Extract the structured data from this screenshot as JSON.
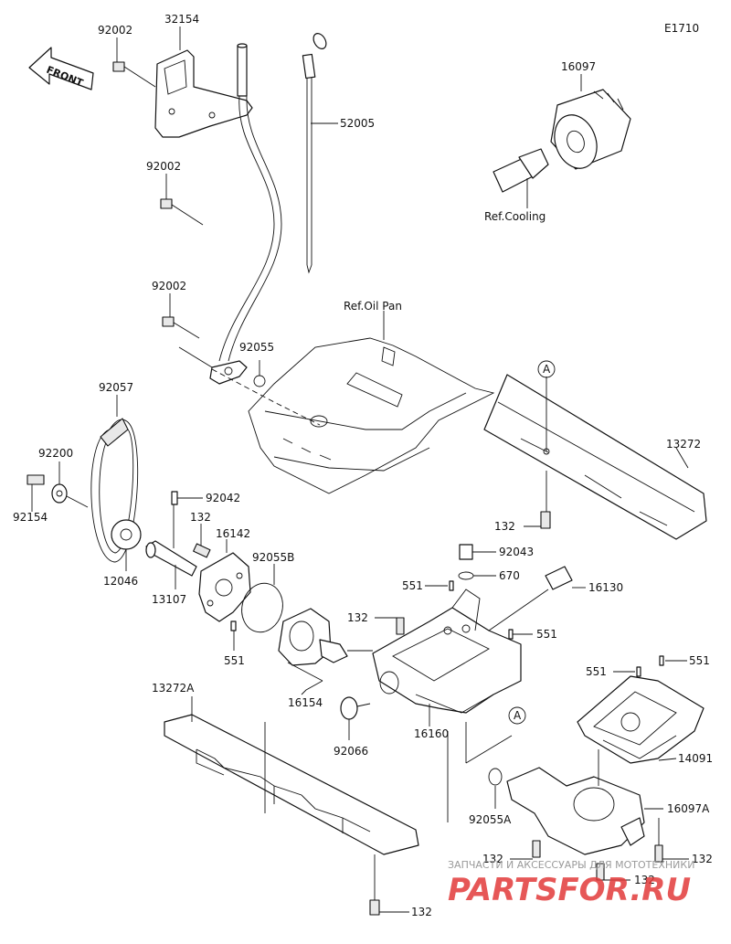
{
  "diagram_code": "E1710",
  "front_label": "FRONT",
  "references": {
    "oil_pan": "Ref.Oil Pan",
    "cooling": "Ref.Cooling"
  },
  "markers": {
    "a_top": "A",
    "a_bottom": "A"
  },
  "parts": {
    "p32154": "32154",
    "p92002_a": "92002",
    "p92002_b": "92002",
    "p92002_c": "92002",
    "p52005": "52005",
    "p16097": "16097",
    "p92055": "92055",
    "p92057": "92057",
    "p92200": "92200",
    "p92154": "92154",
    "p92042": "92042",
    "p132_a": "132",
    "p16142": "16142",
    "p12046": "12046",
    "p13107": "13107",
    "p92055b": "92055B",
    "p551_a": "551",
    "p13272": "13272",
    "p132_b": "132",
    "p92043": "92043",
    "p551_b": "551",
    "p670": "670",
    "p16130": "16130",
    "p132_c": "132",
    "p551_c": "551",
    "p16154": "16154",
    "p13272a": "13272A",
    "p92066": "92066",
    "p16160": "16160",
    "p551_d": "551",
    "p551_e": "551",
    "p14091": "14091",
    "p92055a": "92055A",
    "p16097a": "16097A",
    "p132_d": "132",
    "p132_e": "132",
    "p132_f": "132",
    "p132_g": "132"
  },
  "watermark": {
    "caption": "ЗАПЧАСТИ И АКСЕССУАРЫ ДЛЯ МОТОТЕХНИКИ",
    "brand": "PARTSFOR.RU"
  }
}
